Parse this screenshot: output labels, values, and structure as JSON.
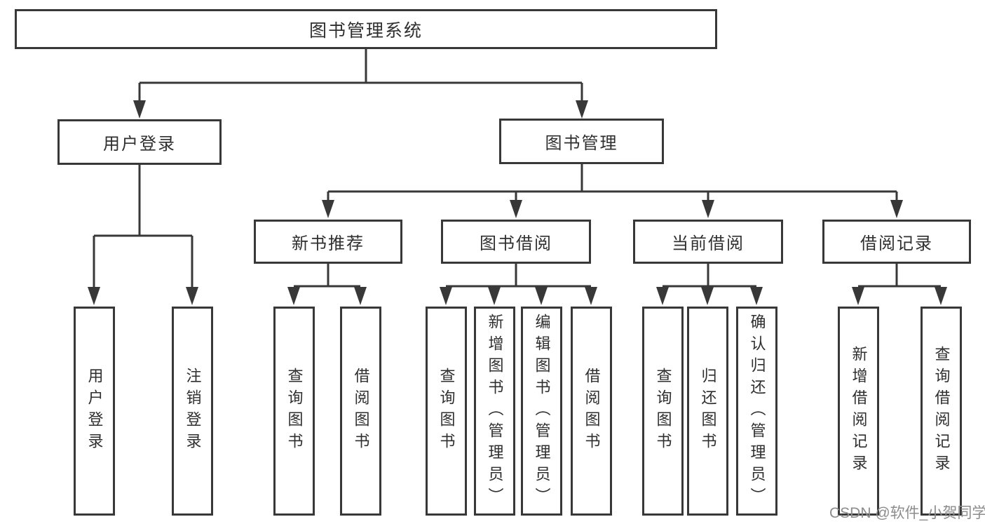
{
  "diagram": {
    "root": {
      "label": "图书管理系统"
    },
    "branches": [
      {
        "label": "用户登录",
        "children": [
          {
            "label": "用户登录"
          },
          {
            "label": "注销登录"
          }
        ]
      },
      {
        "label": "图书管理",
        "groups": [
          {
            "label": "新书推荐",
            "children": [
              {
                "label": "查询图书"
              },
              {
                "label": "借阅图书"
              }
            ]
          },
          {
            "label": "图书借阅",
            "children": [
              {
                "label": "查询图书"
              },
              {
                "label": "新增图书（管理员）"
              },
              {
                "label": "编辑图书（管理员）"
              },
              {
                "label": "借阅图书"
              }
            ]
          },
          {
            "label": "当前借阅",
            "children": [
              {
                "label": "查询图书"
              },
              {
                "label": "归还图书"
              },
              {
                "label": "确认归还（管理员）"
              }
            ]
          },
          {
            "label": "借阅记录",
            "children": [
              {
                "label": "新增借阅记录"
              },
              {
                "label": "查询借阅记录"
              }
            ]
          }
        ]
      }
    ]
  },
  "watermark": {
    "text": "CSDN @软件_小贺同学"
  },
  "colors": {
    "line": "#383838",
    "box_border": "#383838",
    "box_fill": "#ffffff",
    "text": "#2f2f2f",
    "watermark": "#8c8c8c",
    "background": "#ffffff"
  }
}
